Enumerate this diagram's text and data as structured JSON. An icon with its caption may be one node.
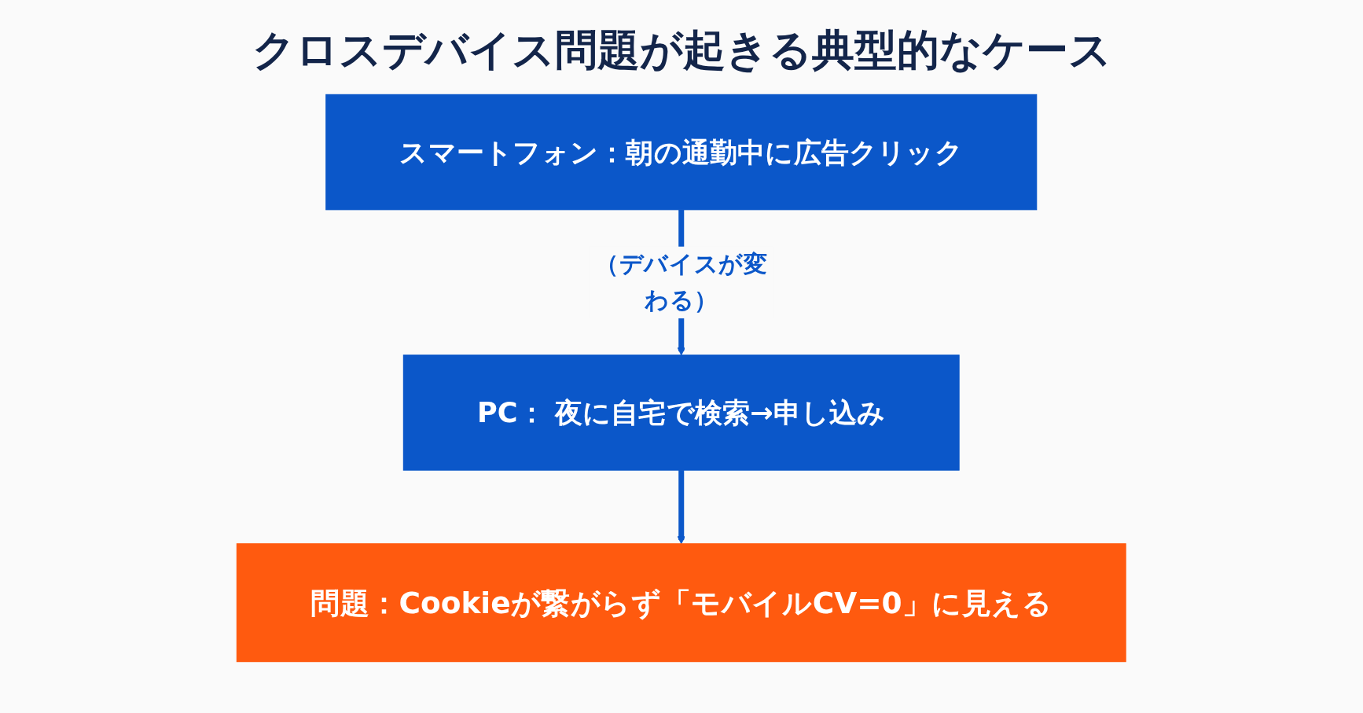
{
  "diagram": {
    "title": "クロスデバイス問題が起きる典型的なケース",
    "nodes": [
      {
        "text": [
          "スマートフォン：朝の通勤中に広告クリック"
        ]
      },
      {
        "text": [
          "PC： 夜に自宅で検索→申し込み"
        ]
      },
      {
        "text": [
          "問題：Cookieが繋がらず「モバイルCV=0」に見える"
        ]
      }
    ],
    "edges": [
      {
        "from": 0,
        "to": 1,
        "arrow": "to",
        "label": "（デバイスが変わる）"
      },
      {
        "from": 1,
        "to": 2,
        "arrow": "to"
      }
    ]
  }
}
